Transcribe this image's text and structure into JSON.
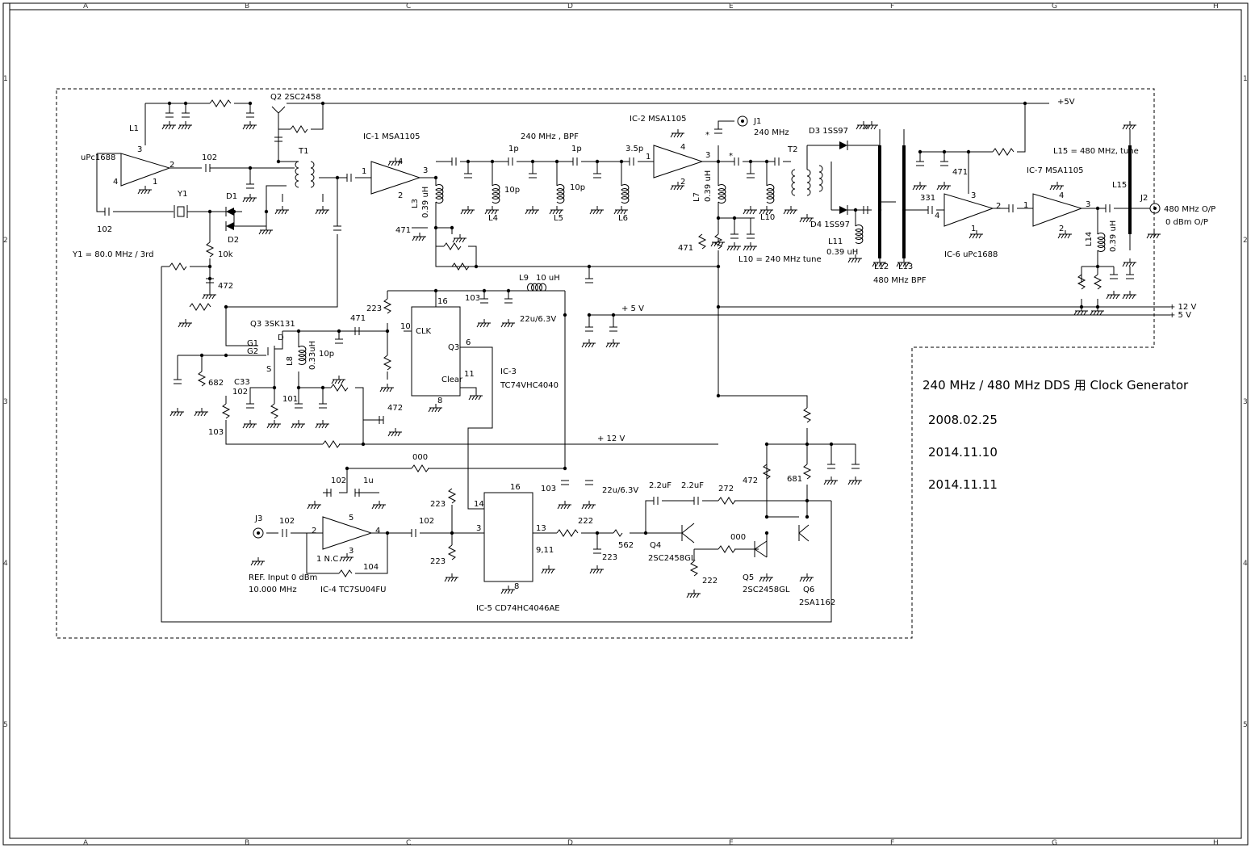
{
  "title": "240 MHz / 480 MHz DDS 用 Clock Generator",
  "dates": [
    "2008.02.25",
    "2014.11.10",
    "2014.11.11"
  ],
  "grid": {
    "columns": [
      "A",
      "B",
      "C",
      "D",
      "E",
      "F",
      "G",
      "H"
    ],
    "rows": [
      "1",
      "2",
      "3",
      "4",
      "5"
    ]
  },
  "labels": {
    "plus5v_top": "+5V",
    "q2": "Q2  2SC2458",
    "l1": "L1",
    "upc1688": "uPc1688",
    "amp1_pin3": "3",
    "amp1_pin4": "4",
    "amp1_pin2": "2",
    "amp1_pin1": "1",
    "c102a": "102",
    "t1": "T1",
    "y1": "Y1",
    "d1": "D1",
    "d2": "D2",
    "c102b": "102",
    "y1_note": "Y1 = 80.0 MHz / 3rd",
    "r10k": "10k",
    "r472a": "472",
    "ic1": "IC-1 MSA1105",
    "ic1_pin4": "4",
    "ic1_pin1": "1",
    "ic1_pin3": "3",
    "ic1_pin2": "2",
    "l3": "L3",
    "l3_val": "0.39 uH",
    "r471a": "471",
    "bpf_label": "240 MHz ,   BPF",
    "c1p_a": "1p",
    "c1p_b": "1p",
    "c3p5": "3.5p",
    "c10p_a": "10p",
    "c10p_b": "10p",
    "l4": "L4",
    "l5": "L5",
    "l6": "L6",
    "ic2": "IC-2   MSA1105",
    "ic2_pin4": "4",
    "ic2_pin1": "1",
    "ic2_pin3": "3",
    "ic2_pin2": "2",
    "l7": "L7",
    "l7_val": "0.39 uH",
    "r471b": "471",
    "j1": "J1",
    "j1_freq": "240 MHz",
    "star1": "*",
    "star2": "*",
    "l10": "L10",
    "l10_note": "L10 = 240 MHz tune",
    "t2": "T2",
    "d3": "D3 1SS97",
    "d4": "D4 1SS97",
    "l11": "L11",
    "l11_val": "0.39 uH",
    "l12": "L12",
    "l13": "L13",
    "bpf480": "480 MHz BPF",
    "r471c": "471",
    "c331": "331",
    "ic6_pin4": "4",
    "ic6_pin3": "3",
    "ic6_pin2": "2",
    "ic6_pin1": "1",
    "ic6": "IC-6 uPc1688",
    "ic7": "IC-7  MSA1105",
    "ic7_pin4": "4",
    "ic7_pin1": "1",
    "ic7_pin3": "3",
    "ic7_pin2": "2",
    "l15_note": "L15 = 480 MHz, tune",
    "l15": "L15",
    "l14": "L14",
    "l14_val": "0.39 uH",
    "j2": "J2",
    "out1": "480 MHz O/P",
    "out2": "0 dBm O/P",
    "plus12v_right": "+ 12 V",
    "plus5v_right": "+ 5 V",
    "l9": "L9",
    "l9_val": "10 uH",
    "c103a": "103",
    "c22u_a": "22u/6.3V",
    "plus5v_mid": "+ 5 V",
    "r223a": "223",
    "r471d": "471",
    "ic3_pin16": "16",
    "ic3_pin10": "10",
    "ic3_clk": "CLK",
    "ic3_q3": "Q3",
    "ic3_pin6": "6",
    "ic3_clear": "Clear",
    "ic3_pin11": "11",
    "ic3_pin8": "8",
    "ic3": "IC-3",
    "ic3_part": "TC74VHC4040",
    "q3": "Q3  3SK131",
    "g1": "G1",
    "g2": "G2",
    "d_pin": "D",
    "s_pin": "S",
    "l8": "L8",
    "l8_val": "0.33uH",
    "c10p_c": "10p",
    "r682a": "682",
    "c33": "C33",
    "c102c": "102",
    "r101": "101",
    "r103a": "103",
    "c472b": "472",
    "plus12v_mid": "+ 12 V",
    "r000a": "000",
    "c102d": "102",
    "c1u": "1u",
    "c103b": "103",
    "c22u_b": "22u/6.3V",
    "r223b": "223",
    "r223c": "223",
    "j3": "J3",
    "c102e": "102",
    "ic4_pin2": "2",
    "ic4_pin5": "5",
    "ic4_pin4": "4",
    "ic4_pin3": "3",
    "ic4_nc": "1 N.C",
    "r104": "104",
    "c102f": "102",
    "ref_in": "REF. Input 0 dBm",
    "ref_freq": "10.000 MHz",
    "ic4": "IC-4  TC7SU04FU",
    "ic5_pin16": "16",
    "ic5_pin14": "14",
    "ic5_pin3": "3",
    "ic5_pin13": "13",
    "ic5_pin911": "9,11",
    "ic5_pin8": "8",
    "ic5": "IC-5  CD74HC4046AE",
    "r222a": "222",
    "r562": "562",
    "c223": "223",
    "c2u2a": "2.2uF",
    "c2u2b": "2.2uF",
    "r272": "272",
    "r472c": "472",
    "r681": "681",
    "q4": "Q4",
    "q4_part": "2SC2458GL",
    "r000b": "000",
    "r222b": "222",
    "q5": "Q5",
    "q5_part": "2SC2458GL",
    "q6": "Q6",
    "q6_part": "2SA1162"
  }
}
